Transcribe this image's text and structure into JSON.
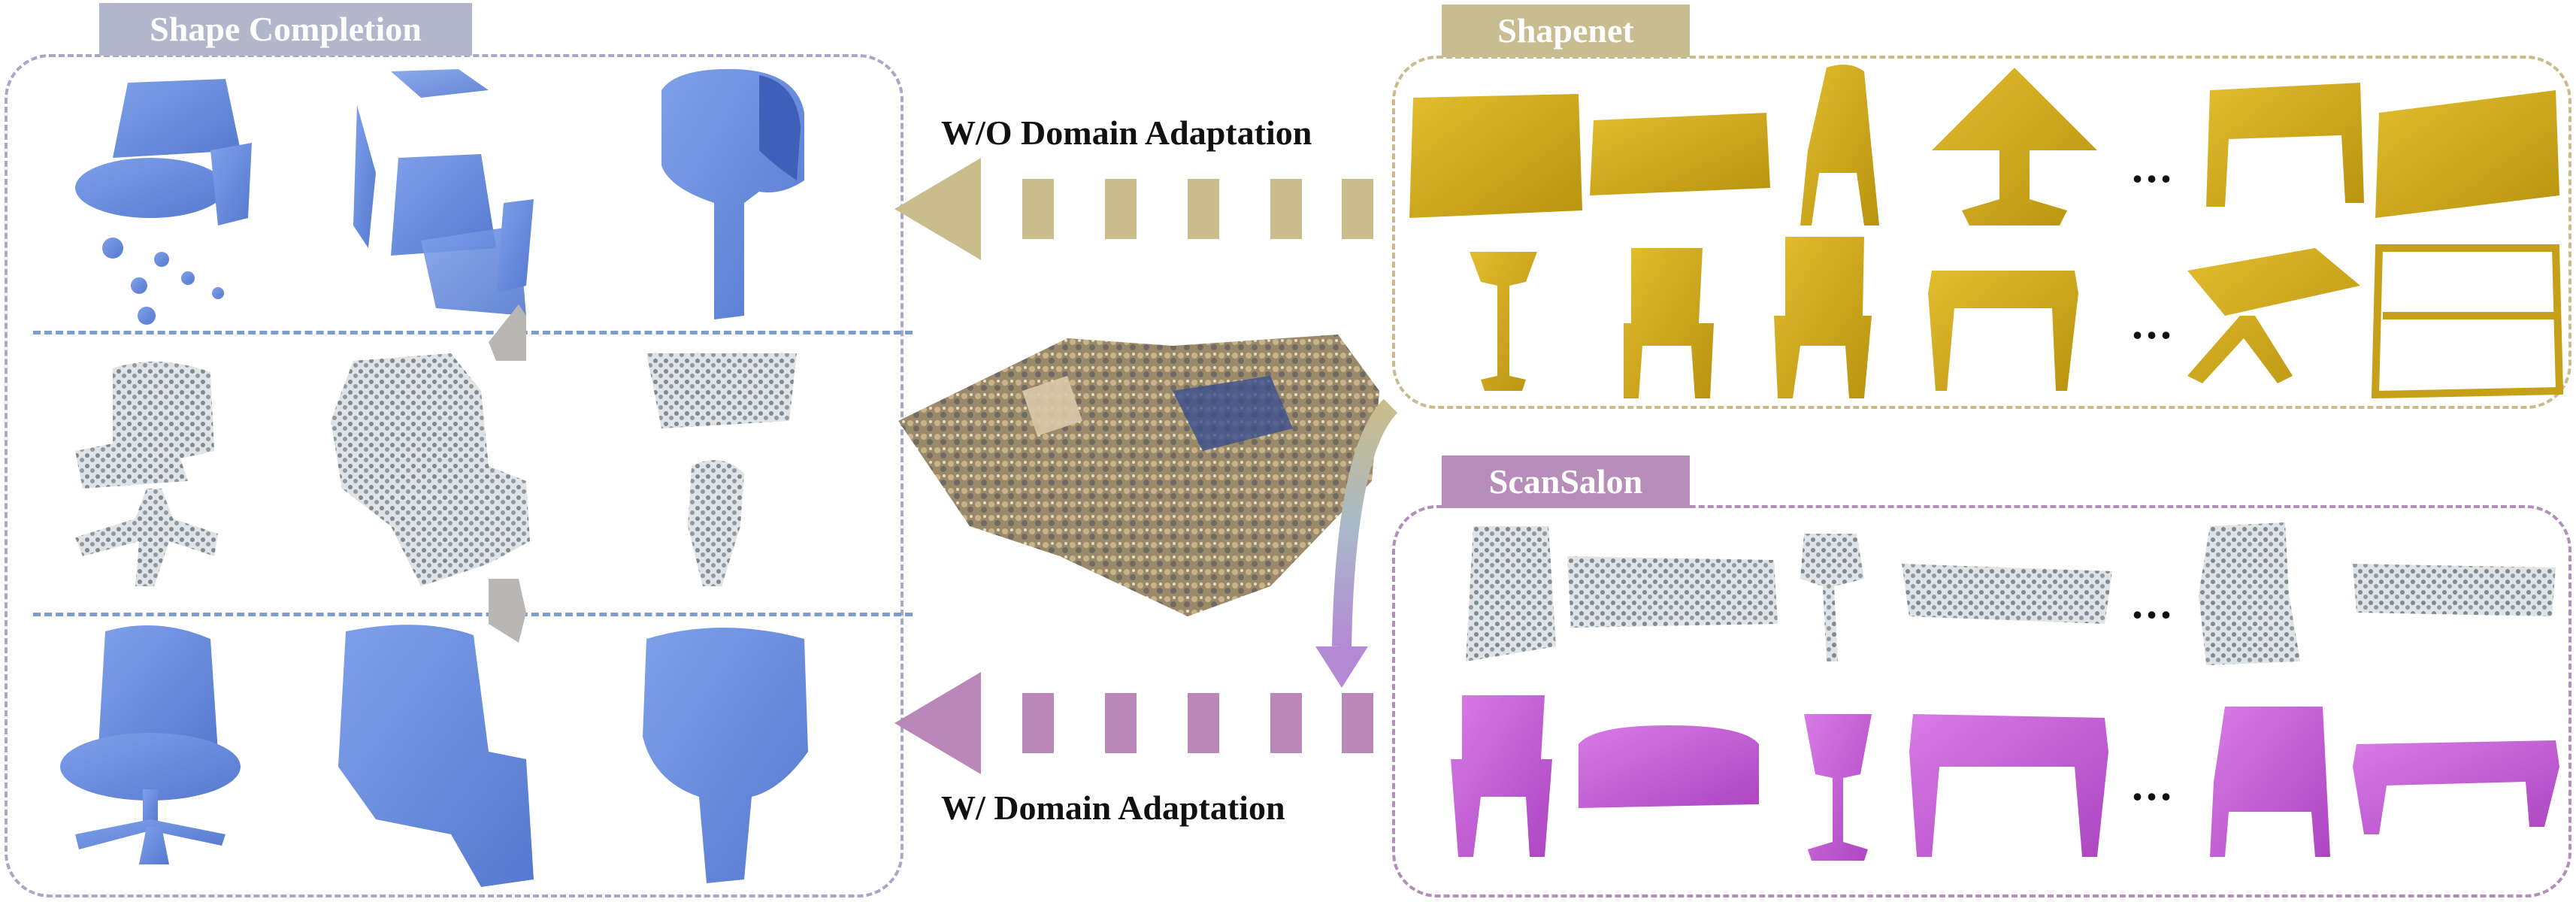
{
  "left_panel": {
    "title": "Shape Completion",
    "rows": [
      "completion-wo-adaptation",
      "partial-point-clouds",
      "completion-w-adaptation"
    ]
  },
  "shapenet": {
    "title": "Shapenet",
    "ellipsis": "...",
    "objects_row1": [
      "armchair",
      "sofa",
      "chair",
      "lamp",
      "desk",
      "bed"
    ],
    "objects_row2": [
      "lamp",
      "chair",
      "chair",
      "table",
      "table",
      "bunk-bed"
    ]
  },
  "scansalon": {
    "title": "ScanSalon",
    "ellipsis": "...",
    "scans_row": [
      "chair",
      "sofa",
      "lamp",
      "table",
      "chair",
      "table"
    ],
    "meshes_row": [
      "chair",
      "sofa",
      "lamp",
      "table",
      "chair",
      "table"
    ]
  },
  "arrows": {
    "top_label": "W/O Domain Adaptation",
    "bottom_label": "W/ Domain Adaptation"
  },
  "colors": {
    "blue_mesh": "#6b8fe0",
    "gray_points": "#8a959c",
    "gold_mesh": "#d4ad1f",
    "purple_mesh": "#c85ed8",
    "gold_frame": "#c9bb8c",
    "purple_frame": "#b48eba",
    "left_frame": "#a6a8c6",
    "arrow_gold": "#c9bd8b",
    "arrow_purple": "#b987b8"
  }
}
